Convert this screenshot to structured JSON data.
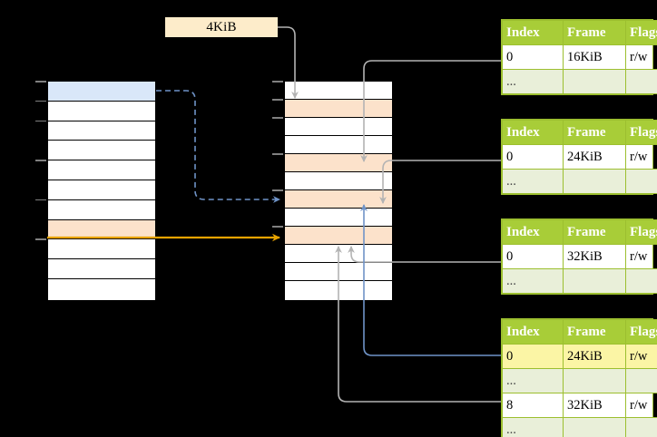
{
  "diagram": {
    "title_label": "4KiB",
    "colors": {
      "background": "#000000",
      "header_green": "#a8cd38",
      "ellipsis_green": "#e9efd9",
      "highlight_yellow": "#fbf5a5",
      "row_orange": "#fce2cb",
      "row_blue": "#d9e7f9",
      "label_cream": "#fdecca",
      "wire_gray": "#b3b3b3",
      "wire_blue": "#6f93c7",
      "wire_orange": "#e8a300",
      "border_green": "#9cbf2f"
    }
  },
  "left_column": {
    "name": "virtual-address-space",
    "rows": [
      {
        "fill": "blue",
        "label": ""
      },
      {
        "fill": "white",
        "label": ""
      },
      {
        "fill": "white",
        "label": ""
      },
      {
        "fill": "white",
        "label": ""
      },
      {
        "fill": "white",
        "label": ""
      },
      {
        "fill": "white",
        "label": ""
      },
      {
        "fill": "white",
        "label": ""
      },
      {
        "fill": "orange",
        "label": ""
      },
      {
        "fill": "white",
        "label": ""
      },
      {
        "fill": "white",
        "label": ""
      },
      {
        "fill": "white",
        "label": ""
      }
    ]
  },
  "middle_column": {
    "name": "physical-memory",
    "rows": [
      {
        "fill": "white",
        "label": ""
      },
      {
        "fill": "orange",
        "label": ""
      },
      {
        "fill": "white",
        "label": ""
      },
      {
        "fill": "white",
        "label": ""
      },
      {
        "fill": "orange",
        "label": ""
      },
      {
        "fill": "white",
        "label": ""
      },
      {
        "fill": "orange",
        "label": ""
      },
      {
        "fill": "white",
        "label": ""
      },
      {
        "fill": "orange",
        "label": ""
      },
      {
        "fill": "white",
        "label": ""
      },
      {
        "fill": "white",
        "label": ""
      },
      {
        "fill": "white",
        "label": ""
      }
    ]
  },
  "page_tables": [
    {
      "name": "page-table-level-1",
      "headers": [
        "Index",
        "Frame",
        "Flags"
      ],
      "rows": [
        {
          "cells": [
            "0",
            "16KiB",
            "r/w"
          ],
          "style": "normal"
        },
        {
          "cells": [
            "...",
            "",
            ""
          ],
          "style": "ellipsis"
        }
      ]
    },
    {
      "name": "page-table-level-2",
      "headers": [
        "Index",
        "Frame",
        "Flags"
      ],
      "rows": [
        {
          "cells": [
            "0",
            "24KiB",
            "r/w"
          ],
          "style": "normal"
        },
        {
          "cells": [
            "...",
            "",
            ""
          ],
          "style": "ellipsis"
        }
      ]
    },
    {
      "name": "page-table-level-3",
      "headers": [
        "Index",
        "Frame",
        "Flags"
      ],
      "rows": [
        {
          "cells": [
            "0",
            "32KiB",
            "r/w"
          ],
          "style": "normal"
        },
        {
          "cells": [
            "...",
            "",
            ""
          ],
          "style": "ellipsis"
        }
      ]
    },
    {
      "name": "page-table-level-4",
      "headers": [
        "Index",
        "Frame",
        "Flags"
      ],
      "rows": [
        {
          "cells": [
            "0",
            "24KiB",
            "r/w"
          ],
          "style": "highlight"
        },
        {
          "cells": [
            "...",
            "",
            ""
          ],
          "style": "ellipsis"
        },
        {
          "cells": [
            "8",
            "32KiB",
            "r/w"
          ],
          "style": "normal"
        },
        {
          "cells": [
            "...",
            "",
            ""
          ],
          "style": "ellipsis"
        }
      ]
    }
  ]
}
